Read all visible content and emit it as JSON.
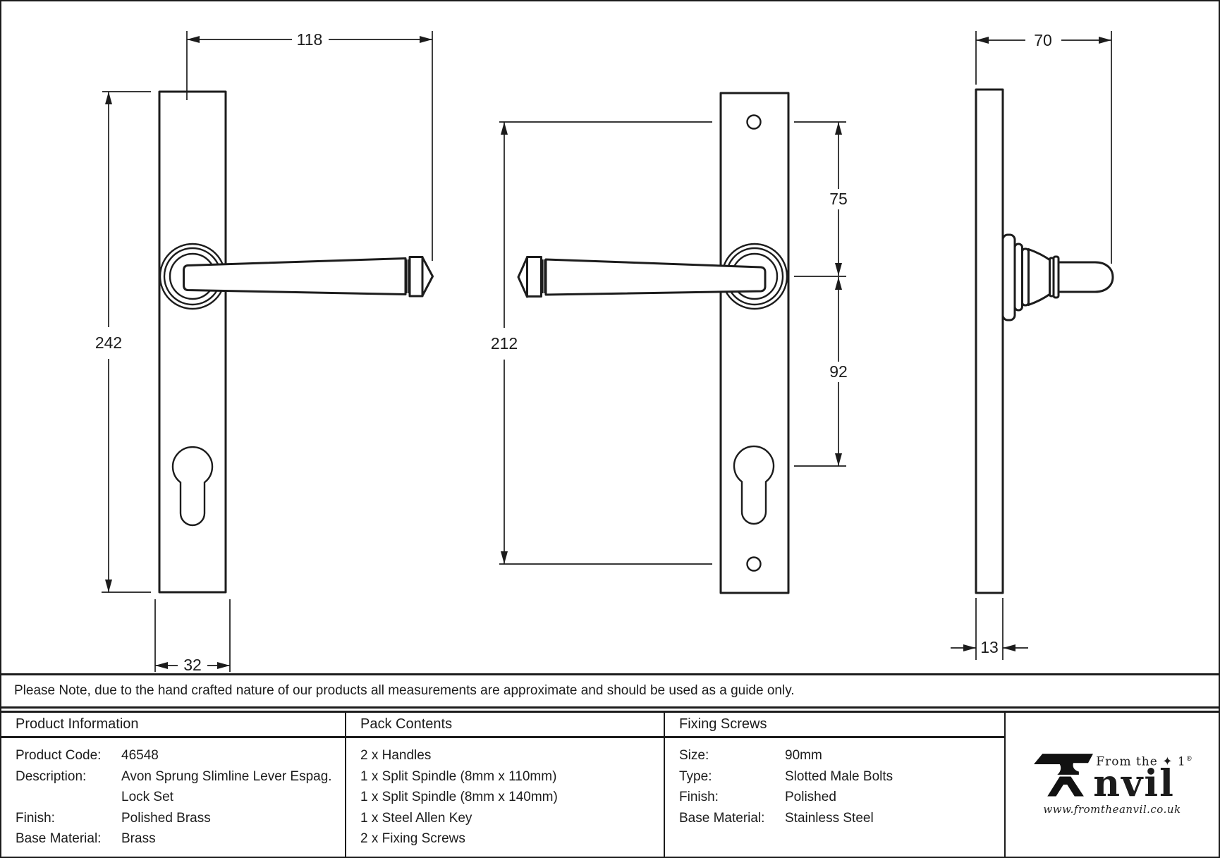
{
  "note": {
    "text": "Please Note, due to the hand crafted nature of our products all measurements are approximate and should be used as a guide only."
  },
  "drawing": {
    "front_view": {
      "lever_length_mm": "118",
      "plate_height_mm": "242",
      "plate_width_mm": "32"
    },
    "back_view": {
      "fixing_centres_mm": "212",
      "top_fixing_to_handle_mm": "75",
      "handle_to_cylinder_mm": "92"
    },
    "side_view": {
      "projection_mm": "70",
      "plate_thickness_mm": "13"
    }
  },
  "table": {
    "product_information": {
      "header": "Product Information",
      "rows": [
        {
          "label": "Product Code:",
          "value": "46548"
        },
        {
          "label": "Description:",
          "value": "Avon Sprung Slimline Lever Espag."
        },
        {
          "label": "",
          "value": "Lock Set"
        },
        {
          "label": "Finish:",
          "value": "Polished Brass"
        },
        {
          "label": "Base Material:",
          "value": "Brass"
        }
      ]
    },
    "pack_contents": {
      "header": "Pack Contents",
      "items": [
        "2 x Handles",
        "1 x Split Spindle (8mm x 110mm)",
        "1 x Split Spindle (8mm x 140mm)",
        "1 x Steel Allen Key",
        "2 x Fixing Screws"
      ]
    },
    "fixing_screws": {
      "header": "Fixing Screws",
      "rows": [
        {
          "label": "Size:",
          "value": "90mm"
        },
        {
          "label": "Type:",
          "value": "Slotted Male Bolts"
        },
        {
          "label": "Finish:",
          "value": "Polished"
        },
        {
          "label": "Base Material:",
          "value": "Stainless Steel"
        }
      ]
    }
  },
  "logo": {
    "tagline": "From the",
    "mark": "✦ 1",
    "reg": "®",
    "brand_suffix": "nvil",
    "website": "www.fromtheanvil.co.uk"
  }
}
